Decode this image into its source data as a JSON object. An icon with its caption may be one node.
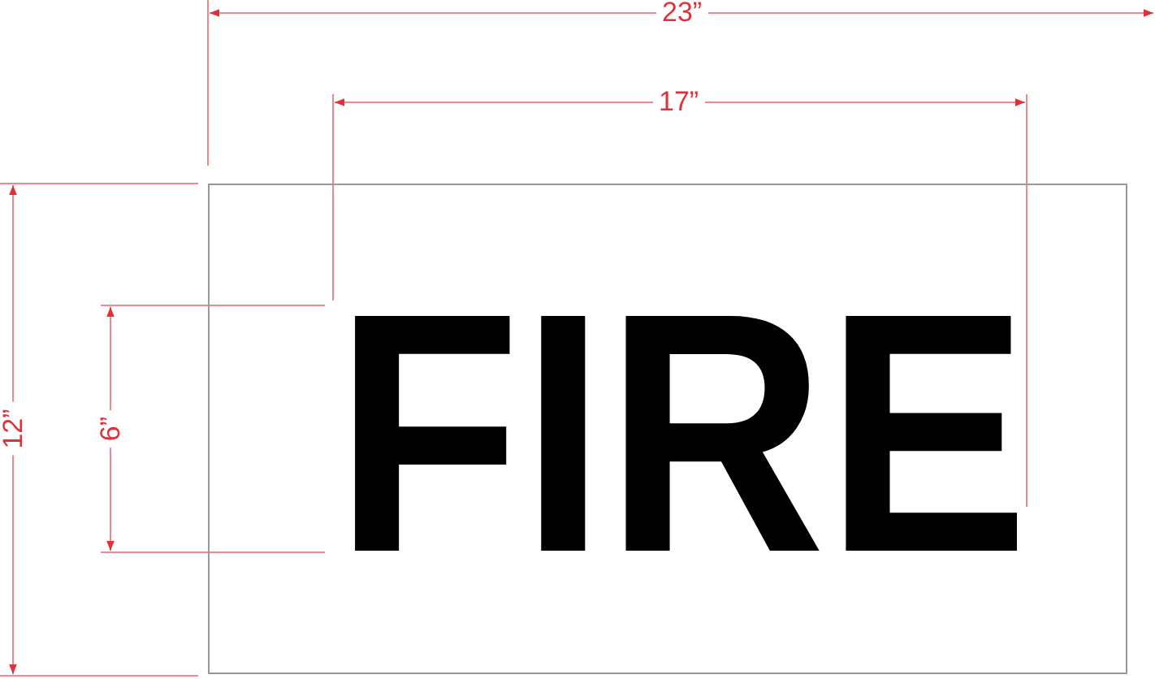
{
  "diagram": {
    "nodes": [
      {
        "text": [
          "FIRE"
        ]
      }
    ],
    "edges": [],
    "labels": [
      "23”",
      "17”",
      "12”",
      "6”"
    ]
  }
}
